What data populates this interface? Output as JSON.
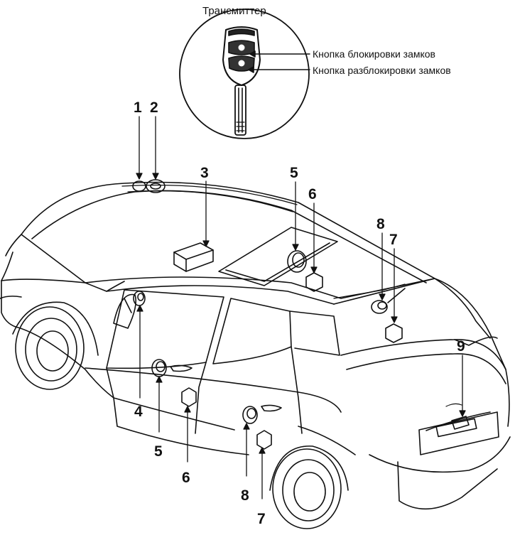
{
  "transmitter": {
    "title": "Трансмиттер",
    "lock_button_label": "Кнопка блокировки замков",
    "unlock_button_label": "Кнопка разблокировки замков"
  },
  "callouts": {
    "n1": "1",
    "n2": "2",
    "n3": "3",
    "n4": "4",
    "n5_roof": "5",
    "n5_door": "5",
    "n6_roof": "6",
    "n6_door": "6",
    "n7_roof": "7",
    "n7_door": "7",
    "n8_roof": "8",
    "n8_door": "8",
    "n9": "9"
  }
}
